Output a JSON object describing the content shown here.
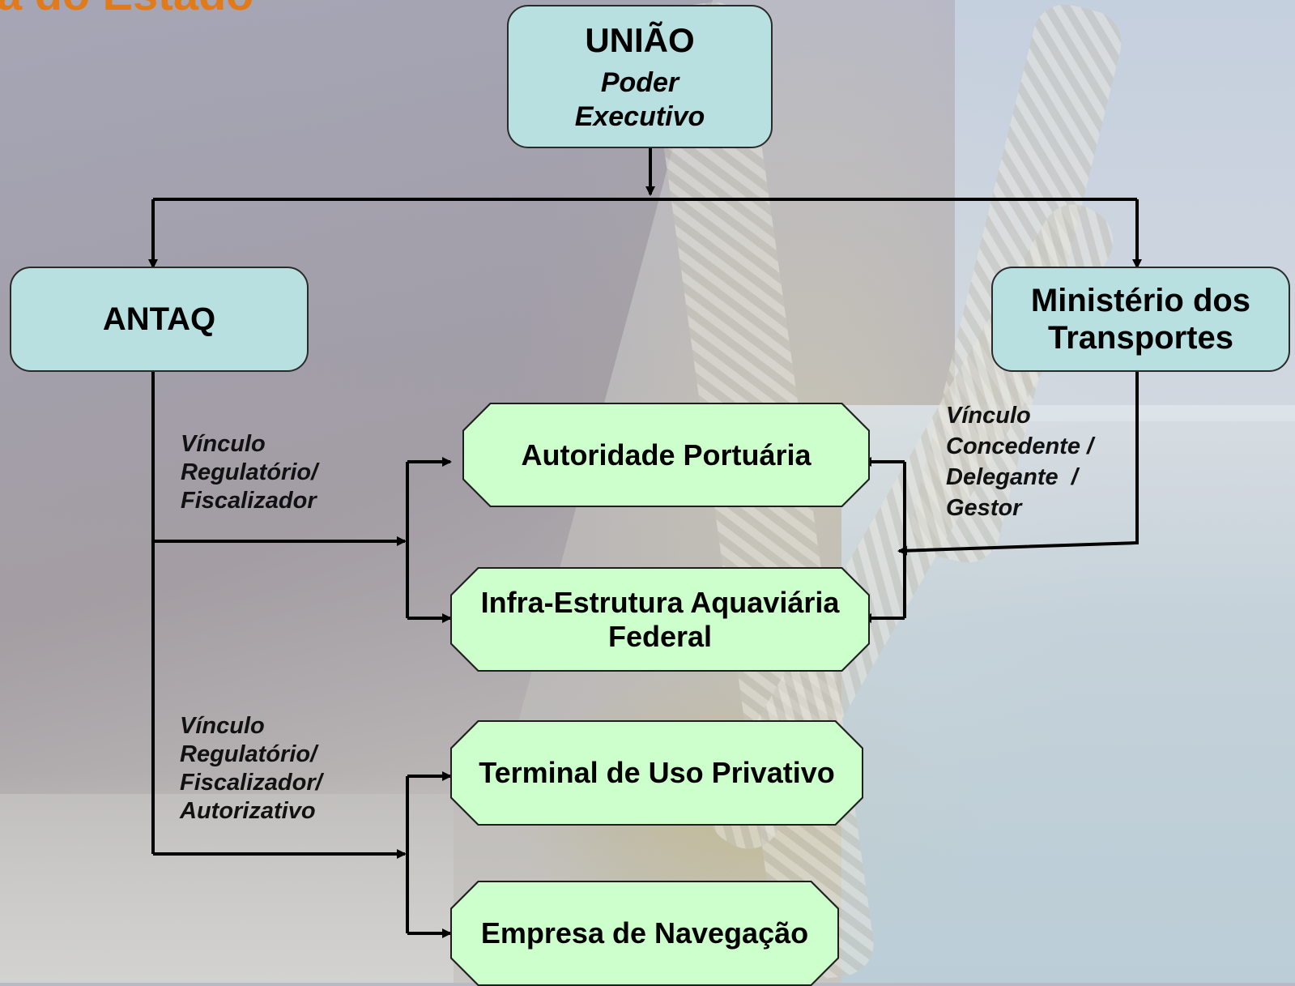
{
  "title_fragment": "a do Estado",
  "uniao": {
    "title": "UNIÃO",
    "subtitle_line1": "Poder",
    "subtitle_line2": "Executivo"
  },
  "antaq": {
    "label": "ANTAQ"
  },
  "ministerio": {
    "line1": "Ministério dos",
    "line2": "Transportes"
  },
  "entities": {
    "autoridade": "Autoridade Portuária",
    "infra_line1": "Infra-Estrutura Aquaviária",
    "infra_line2": "Federal",
    "terminal": "Terminal de Uso Privativo",
    "empresa": "Empresa de Navegação"
  },
  "labels": {
    "vinculo_reg_1": [
      "Vínculo",
      "Regulatório/",
      "Fiscalizador"
    ],
    "vinculo_reg_2": [
      "Vínculo",
      "Regulatório/",
      "Fiscalizador/",
      "Autorizativo"
    ],
    "vinculo_concedente": [
      "Vínculo",
      "Concedente /",
      "Delegante  /",
      "Gestor"
    ]
  },
  "colors": {
    "blue_box": "#b8e0e1",
    "green_box": "#ccffcc",
    "title": "#e07a1a"
  }
}
